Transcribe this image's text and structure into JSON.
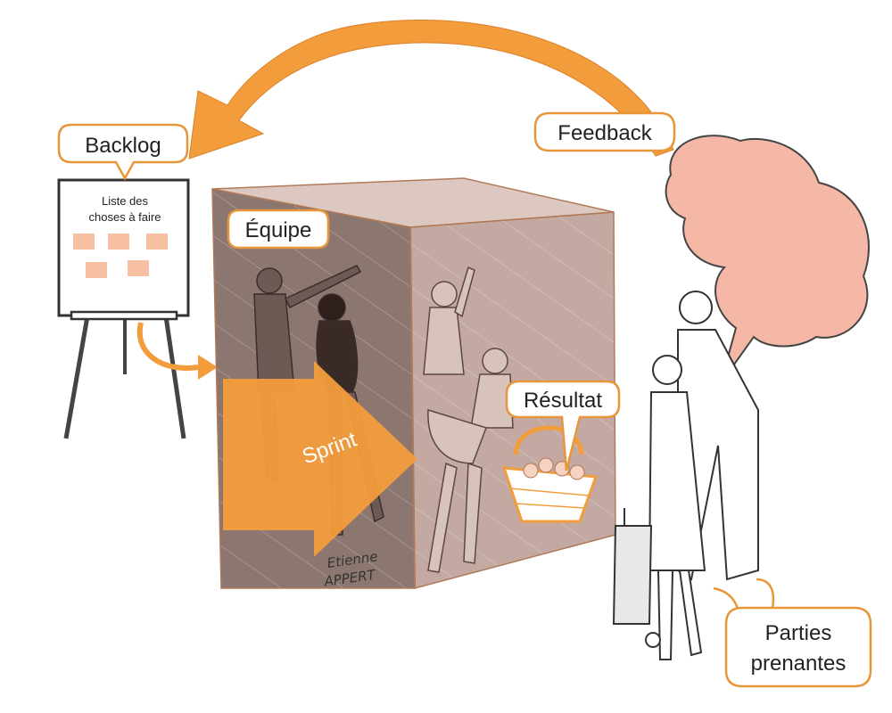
{
  "labels": {
    "backlog": "Backlog",
    "board_line1": "Liste des",
    "board_line2": "choses à faire",
    "equipe": "Équipe",
    "feedback": "Feedback",
    "resultat": "Résultat",
    "sprint": "Sprint",
    "parties_line1": "Parties",
    "parties_line2": "prenantes"
  },
  "signature": {
    "line1": "Etienne",
    "line2": "APPERT"
  },
  "colors": {
    "accent": "#f39c3c",
    "speech_fill": "#f6b8a6",
    "sticky": "#f7c0a3",
    "box_dark": "#8c7670",
    "box_light": "#c4a9a2",
    "box_top": "#dcc8c0",
    "bubble_border": "#e8963a",
    "line": "#444444"
  }
}
